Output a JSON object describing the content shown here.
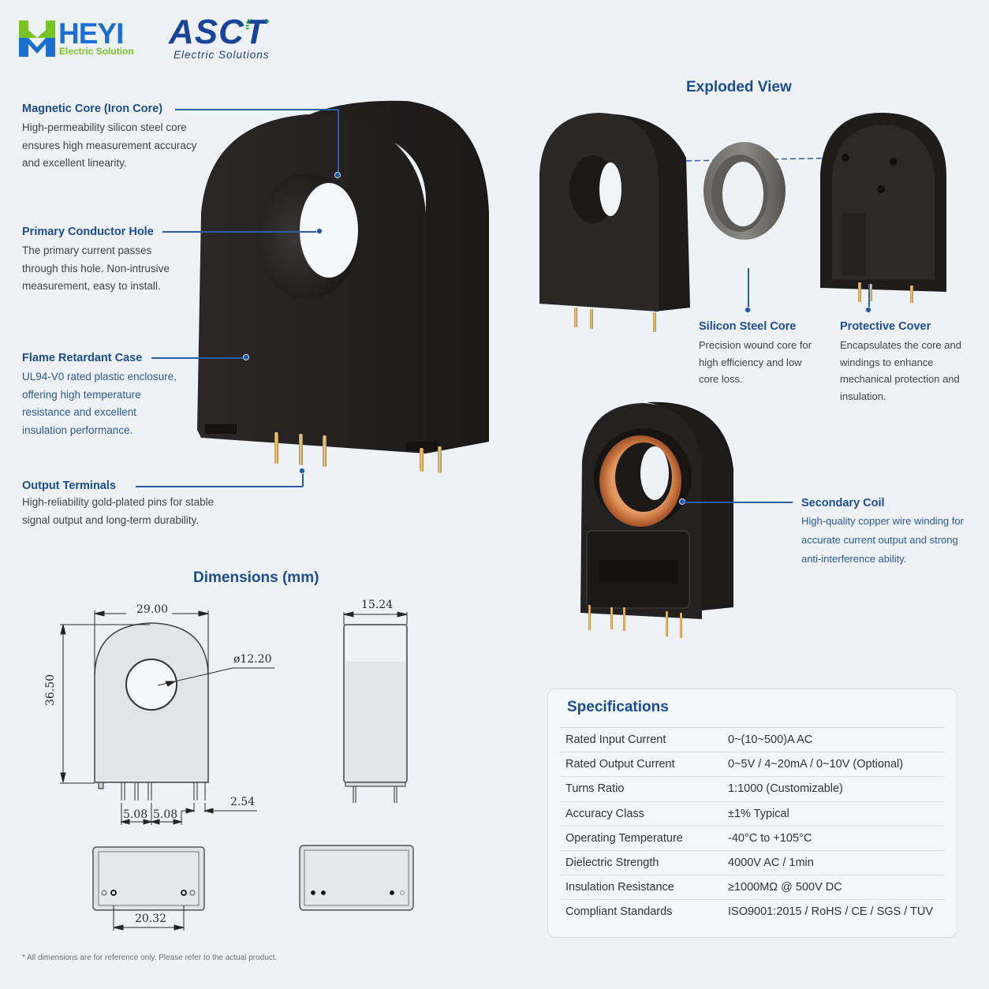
{
  "logos": {
    "heyi": {
      "name": "HEYI",
      "tagline": "Electric Solution",
      "colors": {
        "blue": "#1a6fd0",
        "green": "#7ac326"
      }
    },
    "asct": {
      "name": "ASCT",
      "tagline": "Electric Solutions",
      "colors": {
        "navy": "#17449a",
        "green": "#2fa64a"
      }
    }
  },
  "main_product": {
    "image": "current-transformer-black-case",
    "callouts": [
      {
        "title": "Magnetic Core (Iron Core)",
        "description": [
          "High-permeability silicon steel core",
          "ensures high measurement accuracy",
          "and excellent linearity."
        ]
      },
      {
        "title": "Primary Conductor Hole",
        "description": [
          "The primary current passes",
          "through this hole. Non-intrusive",
          "measurement, easy to install."
        ]
      },
      {
        "title": "Flame Retardant Case",
        "description": [
          "UL94-V0 rated plastic enclosure,",
          "offering high temperature",
          "resistance and excellent",
          "insulation performance."
        ]
      },
      {
        "title": "Output Terminals",
        "description": [
          "High-reliability gold-plated pins for stable",
          "signal output and long-term durability."
        ]
      }
    ]
  },
  "exploded_view": {
    "title": "Exploded View",
    "parts": [
      {
        "title": "Silicon Steel Core",
        "description": [
          "Precision wound core for",
          "high efficiency and low",
          "core loss."
        ]
      },
      {
        "title": "Protective Cover",
        "description": [
          "Encapsulates the core and",
          "windings to enhance",
          "mechanical protection and",
          "insulation."
        ]
      }
    ],
    "secondary": {
      "title": "Secondary Coil",
      "description": [
        "High-quality copper wire winding for",
        "accurate current output and strong",
        "anti-interference ability."
      ]
    }
  },
  "dimensions": {
    "title": "Dimensions (mm)",
    "front": {
      "width": "29.00",
      "height": "36.50",
      "hole_diameter": "ø12.20",
      "pin_pitch_1": "5.08",
      "pin_pitch_2": "5.08",
      "pin_pitch_3": "2.54"
    },
    "side": {
      "depth": "15.24"
    },
    "bottom": {
      "pin_span": "20.32"
    },
    "footnote": "* All dimensions are for reference only. Please refer to the actual product."
  },
  "specifications": {
    "title": "Specifications",
    "rows": [
      {
        "label": "Rated Input Current",
        "value": "0~(10~500)A AC"
      },
      {
        "label": "Rated Output Current",
        "value": "0~5V / 4~20mA / 0~10V (Optional)"
      },
      {
        "label": "Turns Ratio",
        "value": "1:1000 (Customizable)"
      },
      {
        "label": "Accuracy Class",
        "value": "±1% Typical"
      },
      {
        "label": "Operating Temperature",
        "value": "-40°C to +105°C"
      },
      {
        "label": "Dielectric Strength",
        "value": "4000V AC / 1min"
      },
      {
        "label": "Insulation Resistance",
        "value": "≥1000MΩ @ 500V DC"
      },
      {
        "label": "Compliant Standards",
        "value": "ISO9001:2015 / RoHS / CE / SGS / TUV"
      }
    ]
  },
  "colors": {
    "background": "#eef2f7",
    "accent": "#1b4d93",
    "leader": "#2b5ea0",
    "body_text": "#3d434c",
    "copper": "#c8743f"
  }
}
